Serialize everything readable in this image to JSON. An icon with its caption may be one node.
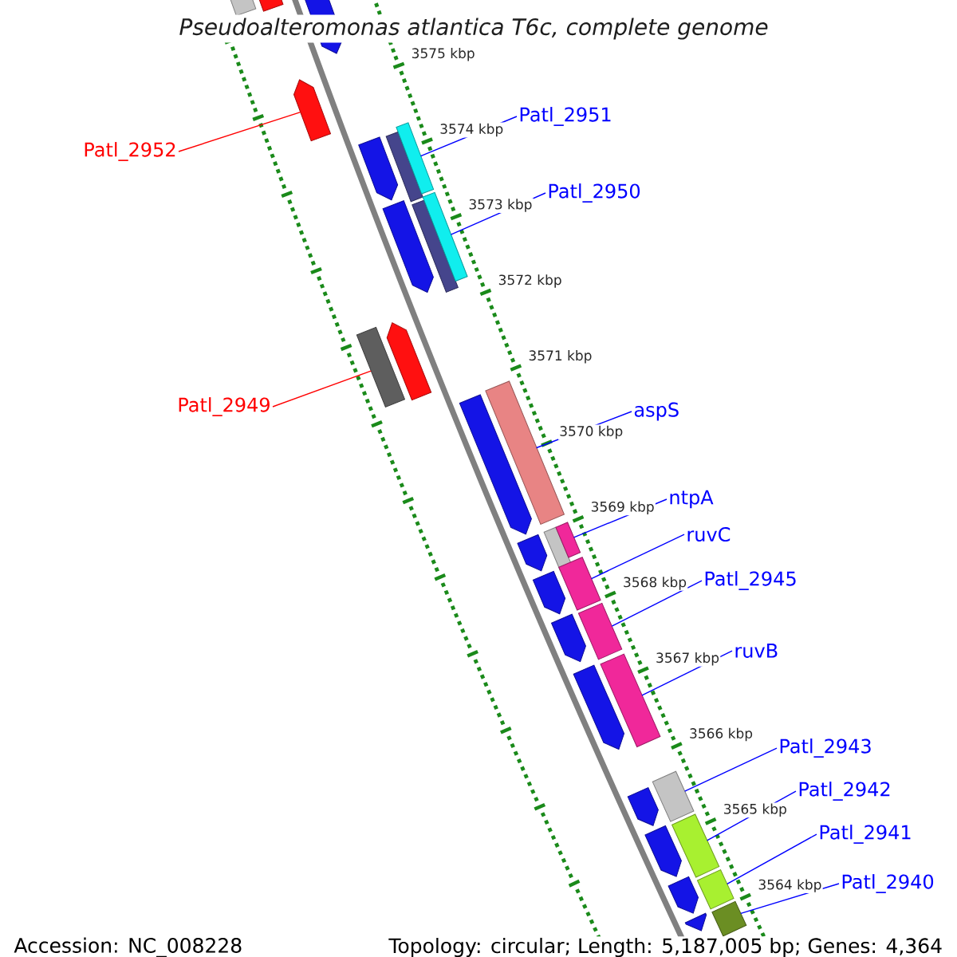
{
  "diagram": {
    "title": "Pseudoalteromonas atlantica T6c, complete genome",
    "nodes": [
      {
        "text": [
          "Patl_2951"
        ]
      },
      {
        "text": [
          "Patl_2952"
        ]
      },
      {
        "text": [
          "Patl_2950"
        ]
      },
      {
        "text": [
          "Patl_2949"
        ]
      },
      {
        "text": [
          "aspS"
        ]
      },
      {
        "text": [
          "ntpA"
        ]
      },
      {
        "text": [
          "ruvC"
        ]
      },
      {
        "text": [
          "Patl_2945"
        ]
      },
      {
        "text": [
          "ruvB"
        ]
      },
      {
        "text": [
          "Patl_2943"
        ]
      },
      {
        "text": [
          "Patl_2942"
        ]
      },
      {
        "text": [
          "Patl_2941"
        ]
      },
      {
        "text": [
          "Patl_2940"
        ]
      },
      {
        "text": [],
        "shape": "bar"
      },
      {
        "text": [],
        "shape": "bar"
      },
      {
        "text": [],
        "shape": "bar"
      },
      {
        "text": [],
        "shape": "bar"
      },
      {
        "text": [],
        "shape": "bar"
      },
      {
        "text": [],
        "shape": "bar"
      },
      {
        "text": [],
        "shape": "bar"
      },
      {
        "text": [],
        "shape": "bar"
      },
      {
        "text": [],
        "shape": "bar"
      },
      {
        "text": [],
        "shape": "bar"
      },
      {
        "text": [],
        "shape": "bar"
      },
      {
        "text": [],
        "shape": "bar"
      },
      {
        "text": [],
        "shape": "bar"
      },
      {
        "text": [],
        "shape": "bar"
      },
      {
        "text": [],
        "shape": "bar"
      },
      {
        "text": [],
        "shape": "bar"
      },
      {
        "text": [],
        "shape": "bar"
      },
      {
        "text": [],
        "shape": "bar"
      },
      {
        "text": [],
        "shape": "bar"
      },
      {
        "text": [],
        "shape": "bar"
      },
      {
        "text": [],
        "shape": "bar"
      },
      {
        "text": [],
        "shape": "bar"
      },
      {
        "text": [],
        "shape": "bar"
      },
      {
        "text": [],
        "shape": "bar"
      },
      {
        "text": [],
        "shape": "bar"
      },
      {
        "text": [],
        "shape": "bar"
      },
      {
        "text": [],
        "shape": "bar"
      },
      {
        "text": [],
        "shape": "bar"
      },
      {
        "text": [],
        "shape": "bar"
      },
      {
        "text": [],
        "shape": "bar"
      },
      {
        "text": [],
        "shape": "bar"
      }
    ],
    "edges": [
      {
        "from": 0,
        "to": 13,
        "arrow": "none"
      },
      {
        "from": 1,
        "to": 14,
        "arrow": "none",
        "color": "#ff0000"
      },
      {
        "from": 2,
        "to": 15,
        "arrow": "none"
      },
      {
        "from": 3,
        "to": 16,
        "arrow": "none",
        "color": "#ff0000"
      },
      {
        "from": 4,
        "to": 17,
        "arrow": "none"
      },
      {
        "from": 5,
        "to": 18,
        "arrow": "none"
      },
      {
        "from": 6,
        "to": 19,
        "arrow": "none"
      },
      {
        "from": 7,
        "to": 20,
        "arrow": "none"
      },
      {
        "from": 8,
        "to": 21,
        "arrow": "none"
      },
      {
        "from": 9,
        "to": 22,
        "arrow": "none"
      },
      {
        "from": 10,
        "to": 23,
        "arrow": "none"
      },
      {
        "from": 11,
        "to": 24,
        "arrow": "none"
      },
      {
        "from": 12,
        "to": 25,
        "arrow": "none"
      }
    ],
    "labels": [
      "3575 kbp",
      "3574 kbp",
      "3573 kbp",
      "3572 kbp",
      "3571 kbp",
      "3570 kbp",
      "3569 kbp",
      "3568 kbp",
      "3567 kbp",
      "3566 kbp",
      "3565 kbp",
      "3564 kbp",
      "Accession: NC_008228",
      "Topology: circular; Length: 5,187,005 bp; Genes: 4,364"
    ]
  }
}
